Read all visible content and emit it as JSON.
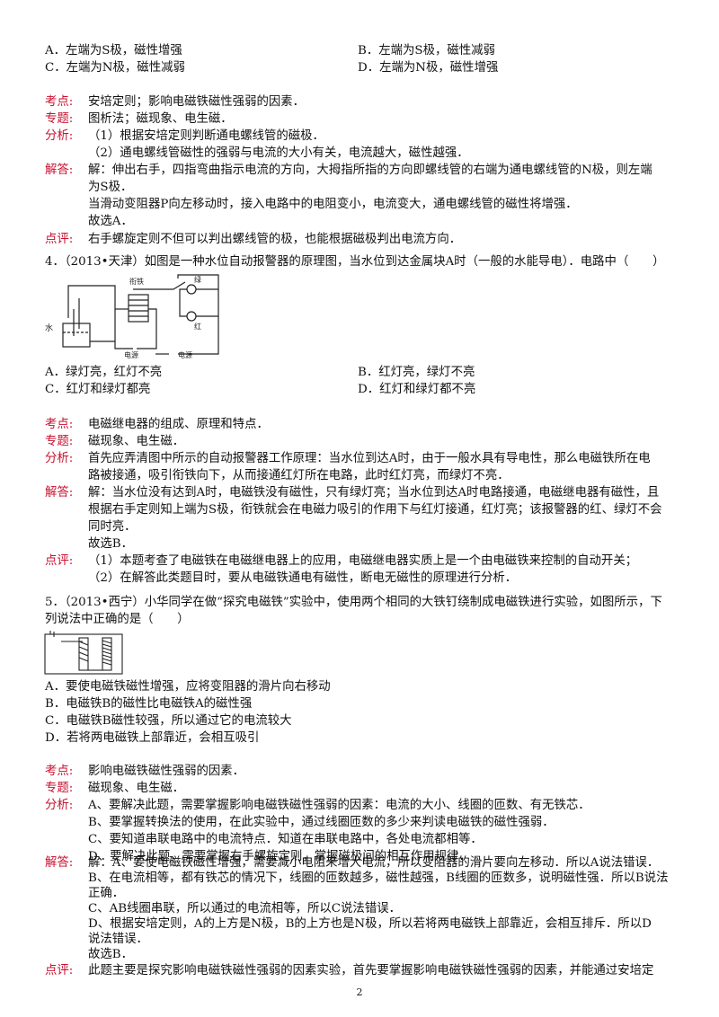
{
  "labels": {
    "kaodian": "考点:",
    "zhuanti": "专题:",
    "fenxi": "分析:",
    "jieda": "解答:",
    "dianping": "点评:"
  },
  "q3": {
    "options": [
      "A．左端为S极，磁性增强",
      "B．左端为S极，磁性减弱",
      "C．左端为N极，磁性减弱",
      "D．左端为N极，磁性增强"
    ],
    "kaodian": "安培定则；影响电磁铁磁性强弱的因素．",
    "zhuanti": "图析法；磁现象、电生磁．",
    "fenxi": [
      "（1）根据安培定则判断通电螺线管的磁极．",
      "（2）通电螺线管磁性的强弱与电流的大小有关，电流越大，磁性越强．"
    ],
    "jieda": [
      "解：伸出右手，四指弯曲指示电流的方向，大拇指所指的方向即螺线管的右端为通电螺线管的N极，则左端",
      "为S极．",
      "当滑动变阻器P向左移动时，接入电路中的电阻变小，电流变大，通电螺线管的磁性将增强．",
      "故选A．"
    ],
    "dianping": "右手螺旋定则不但可以判出螺线管的极，也能根据磁极判出电流方向．"
  },
  "q4": {
    "stem": "4．（2013•天津）如图是一种水位自动报警器的原理图，当水位到达金属块A时（一般的水能导电）．电路中（　　）",
    "figure": {
      "label_water": "水",
      "label_armature": "衔铁",
      "label_green": "绿",
      "label_red": "红",
      "label_power1": "电源",
      "label_power2": "电源"
    },
    "options": [
      "A．绿灯亮，红灯不亮",
      "B．红灯亮，绿灯不亮",
      "C．红灯和绿灯都亮",
      "D．红灯和绿灯都不亮"
    ],
    "kaodian": "电磁继电器的组成、原理和特点．",
    "zhuanti": "磁现象、电生磁．",
    "fenxi": [
      "首先应弄清图中所示的自动报警器工作原理：当水位到达A时，由于一般水具有导电性，那么电磁铁所在电",
      "路被接通，吸引衔铁向下，从而接通红灯所在电路，此时红灯亮，而绿灯不亮．"
    ],
    "jieda": [
      "解：当水位没有达到A时，电磁铁没有磁性，只有绿灯亮；当水位到达A时电路接通，电磁继电器有磁性，且",
      "根据右手定则知上端为S极，衔铁就会在电磁力吸引的作用下与红灯接通，红灯亮；该报警器的红、绿灯不会",
      "同时亮．",
      "故选B．"
    ],
    "dianping": [
      "（1）本题考查了电磁铁在电磁继电器上的应用，电磁继电器实质上是一个由电磁铁来控制的自动开关；",
      "（2）在解答此类题目时，要从电磁铁通电有磁性，断电无磁性的原理进行分析．"
    ]
  },
  "q5": {
    "stem": [
      "5．（2013•西宁）小华同学在做“探究电磁铁”实验中，使用两个相同的大铁钉绕制成电磁铁进行实验，如图所示，下",
      "列说法中正确的是（　　）"
    ],
    "options": [
      "A．要使电磁铁磁性增强，应将变阻器的滑片向右移动",
      "B．电磁铁B的磁性比电磁铁A的磁性强",
      "C．电磁铁B磁性较强，所以通过它的电流较大",
      "D．若将两电磁铁上部靠近，会相互吸引"
    ],
    "kaodian": "影响电磁铁磁性强弱的因素．",
    "zhuanti": "磁现象、电生磁．",
    "fenxi": [
      "A、要解决此题，需要掌握影响电磁铁磁性强弱的因素：电流的大小、线圈的匝数、有无铁芯．",
      "B、要掌握转换法的使用，在此实验中，通过线圈匝数的多少来判读电磁铁的磁性强弱．",
      "C、要知道串联电路中的电流特点．知道在串联电路中，各处电流都相等．",
      "D、要解决此题，需要掌握右手螺旋定则，掌握磁极间的相互作用规律．"
    ],
    "jieda": [
      "解：A、要使电磁铁磁性增强，需要减小电阻来增大电流，所以变阻器的滑片要向左移动．所以A说法错误．",
      "B、在电流相等，都有铁芯的情况下，线圈的匝数越多，磁性越强，B线圈的匝数多，说明磁性强．所以B说法",
      "正确．",
      "C、AB线圈串联，所以通过的电流相等，所以C说法错误．",
      "D、根据安培定则，A的上方是N极，B的上方也是N极，所以若将两电磁铁上部靠近，会相互排斥．所以D",
      "说法错误．",
      "故选B．"
    ],
    "dianping": "此题主要是探究影响电磁铁磁性强弱的因素实验，首先要掌握影响电磁铁磁性强弱的因素，并能通过安培定"
  },
  "page_number": "2"
}
